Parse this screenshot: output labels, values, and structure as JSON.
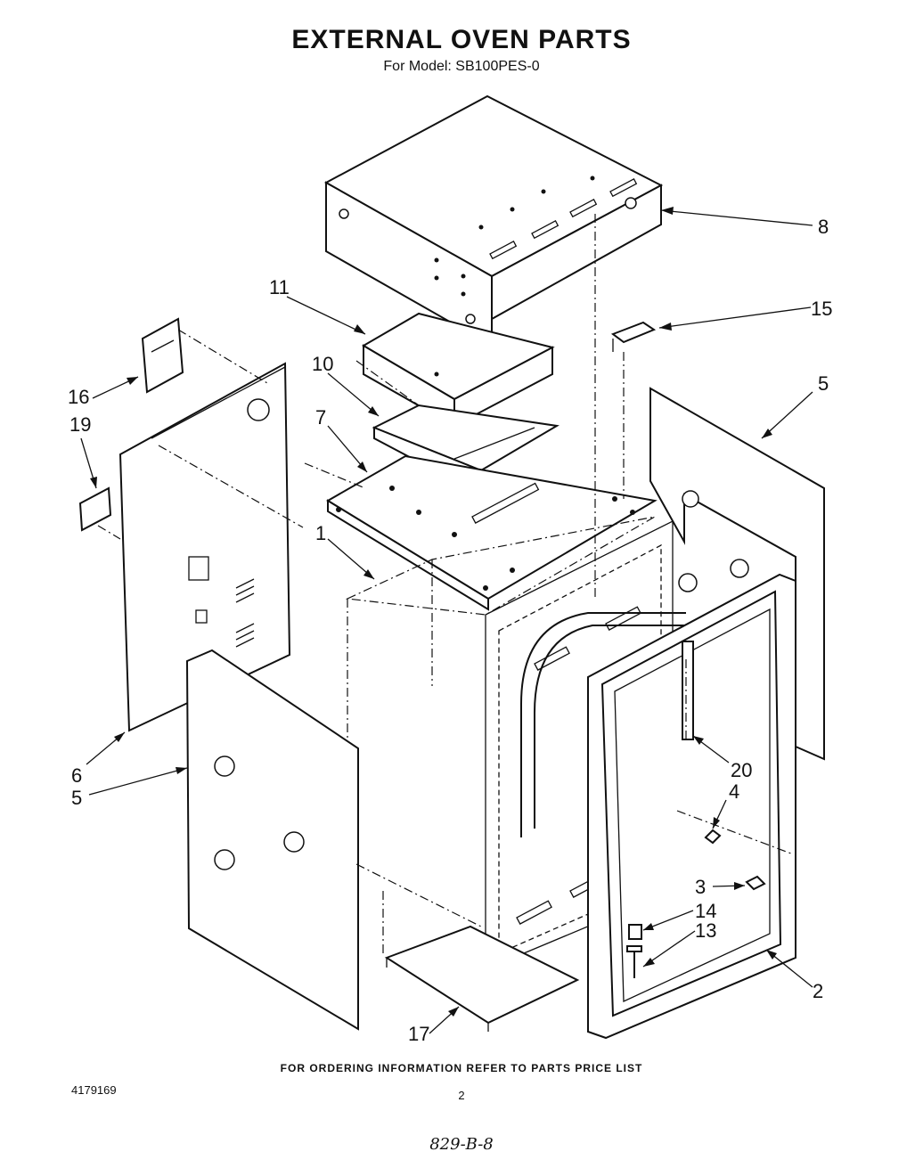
{
  "header": {
    "title": "EXTERNAL OVEN PARTS",
    "subtitle": "For Model: SB100PES-0"
  },
  "callouts": [
    {
      "id": "c8",
      "text": "8"
    },
    {
      "id": "c11",
      "text": "11"
    },
    {
      "id": "c15",
      "text": "15"
    },
    {
      "id": "c16",
      "text": "16"
    },
    {
      "id": "c10",
      "text": "10"
    },
    {
      "id": "c5a",
      "text": "5"
    },
    {
      "id": "c19",
      "text": "19"
    },
    {
      "id": "c7",
      "text": "7"
    },
    {
      "id": "c1",
      "text": "1"
    },
    {
      "id": "c6",
      "text": "6"
    },
    {
      "id": "c5b",
      "text": "5"
    },
    {
      "id": "c20",
      "text": "20"
    },
    {
      "id": "c4",
      "text": "4"
    },
    {
      "id": "c3",
      "text": "3"
    },
    {
      "id": "c14",
      "text": "14"
    },
    {
      "id": "c13",
      "text": "13"
    },
    {
      "id": "c2",
      "text": "2"
    },
    {
      "id": "c17",
      "text": "17"
    }
  ],
  "footer": {
    "ordering_note": "FOR ORDERING INFORMATION REFER TO PARTS PRICE LIST",
    "doc_number": "4179169",
    "page_number": "2",
    "handwritten_note": "829-B-8"
  }
}
